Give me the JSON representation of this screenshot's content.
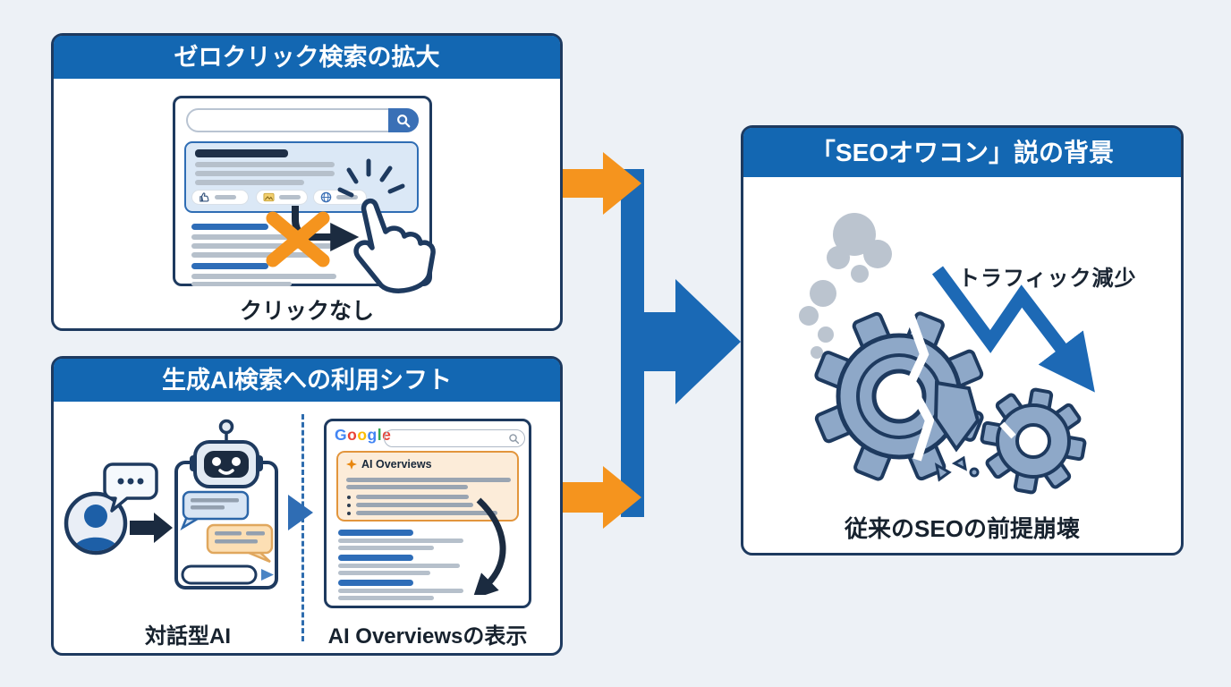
{
  "panel_zero_click": {
    "title": "ゼロクリック検索の拡大",
    "caption": "クリックなし"
  },
  "panel_ai_shift": {
    "title": "生成AI検索への利用シフト",
    "left_caption": "対話型AI",
    "right_caption": "AI Overviewsの表示",
    "ai_overviews_label": "AI Overviews",
    "google_letters": [
      {
        "ch": "G",
        "style": "color:#4285f4"
      },
      {
        "ch": "o",
        "style": "color:#ea4335"
      },
      {
        "ch": "o",
        "style": "color:#fbbc05"
      },
      {
        "ch": "g",
        "style": "color:#4285f4"
      },
      {
        "ch": "l",
        "style": "color:#34a853"
      },
      {
        "ch": "e",
        "style": "color:#ea4335"
      }
    ]
  },
  "panel_background": {
    "title": "「SEOオワコン」説の背景",
    "annotation": "トラフィック減少",
    "caption": "従来のSEOの前提崩壊"
  },
  "colors": {
    "header_blue": "#1367b2",
    "connector_blue": "#1a69b5",
    "connector_orange": "#f5941e",
    "outline_navy": "#1e3a5f",
    "background": "#edf1f6",
    "gear_slate": "#8ea8c8",
    "snippet_bg": "#dbe8f6",
    "ai_box_bg": "#fcecd9",
    "ai_box_border": "#e2953c"
  },
  "icons": {
    "search_button": "magnifier",
    "chip_1": "thumbs-up",
    "chip_2": "image",
    "chip_3": "globe",
    "left_figure": "user-avatar, speech-bubble, robot-chat",
    "send": "send-triangle",
    "ai_overviews": "four-point-sparkle",
    "no_click": "orange-x, hand-cursor",
    "background_figure": "smoke, broken-gears, zigzag-decline-arrow"
  }
}
